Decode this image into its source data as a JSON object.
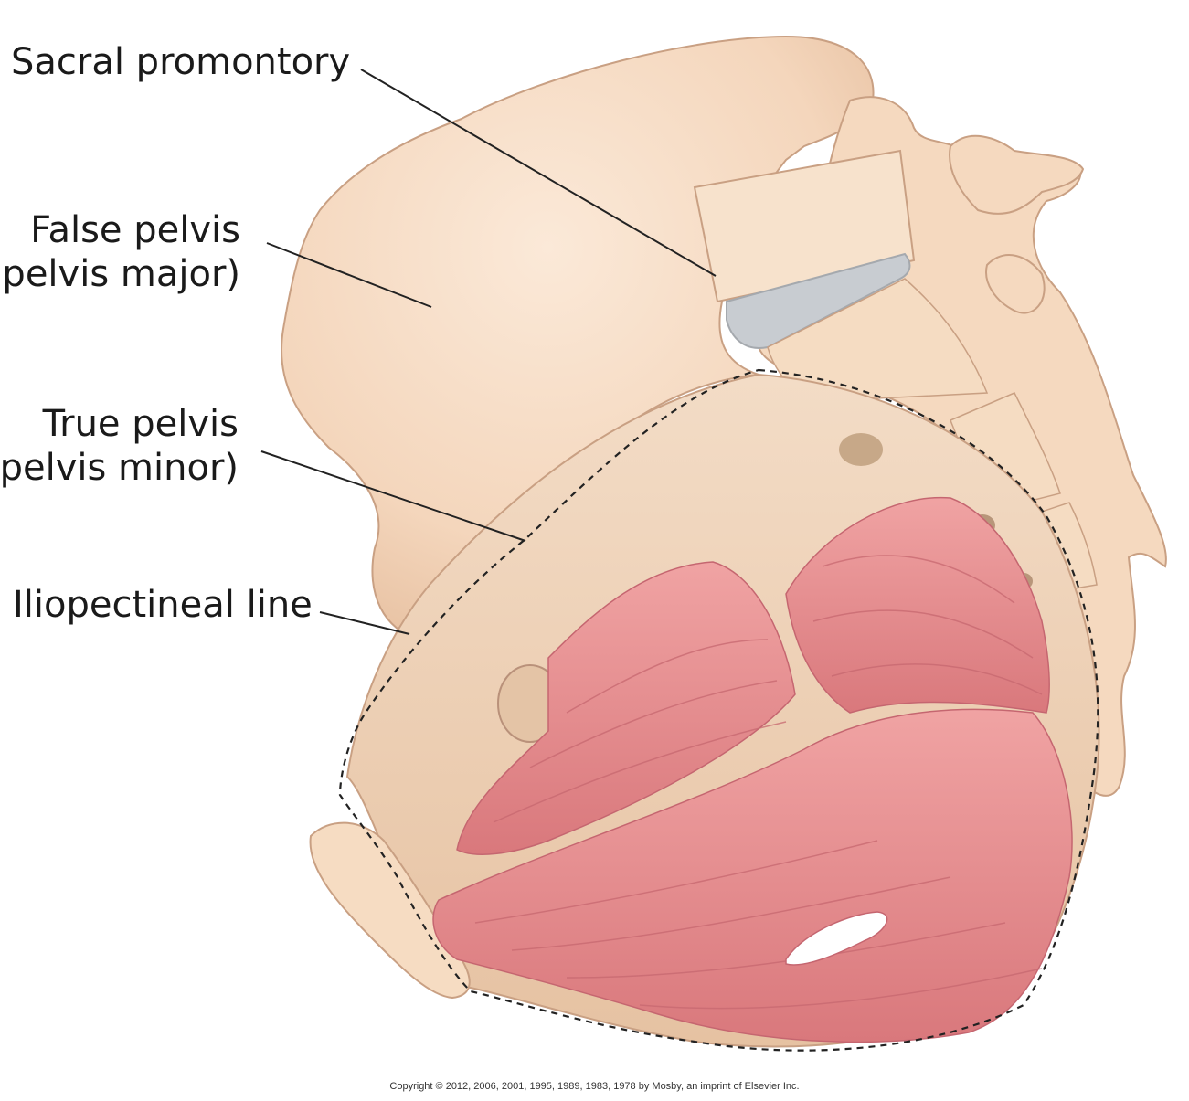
{
  "labels": {
    "sacral_promontory": "Sacral promontory",
    "false_pelvis_line1": "False pelvis",
    "false_pelvis_line2": "(pelvis major)",
    "true_pelvis_line1": "True pelvis",
    "true_pelvis_line2": "(pelvis minor)",
    "iliopectineal_line": "Iliopectineal line"
  },
  "copyright": "Copyright © 2012, 2006, 2001, 1995, 1989, 1983, 1978 by Mosby, an imprint of Elsevier Inc.",
  "colors": {
    "bone": "#f6dcc4",
    "bone_shadow": "#e9c4a6",
    "bone_outline": "#caa285",
    "muscle": "#e98f92",
    "muscle_dark": "#cf6c72",
    "disc": "#c9cdd2",
    "leader": "#222222"
  }
}
